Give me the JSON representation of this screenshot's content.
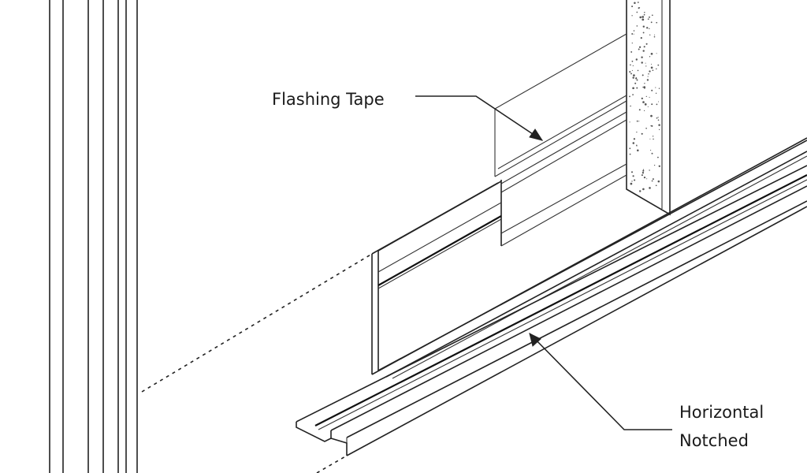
{
  "callouts": {
    "flashing_tape": "Flashing Tape",
    "horizontal_notched_line1": "Horizontal",
    "horizontal_notched_line2": "Notched"
  },
  "colors": {
    "line": "#222222",
    "background": "#ffffff",
    "concrete_speckle": "#555555"
  }
}
